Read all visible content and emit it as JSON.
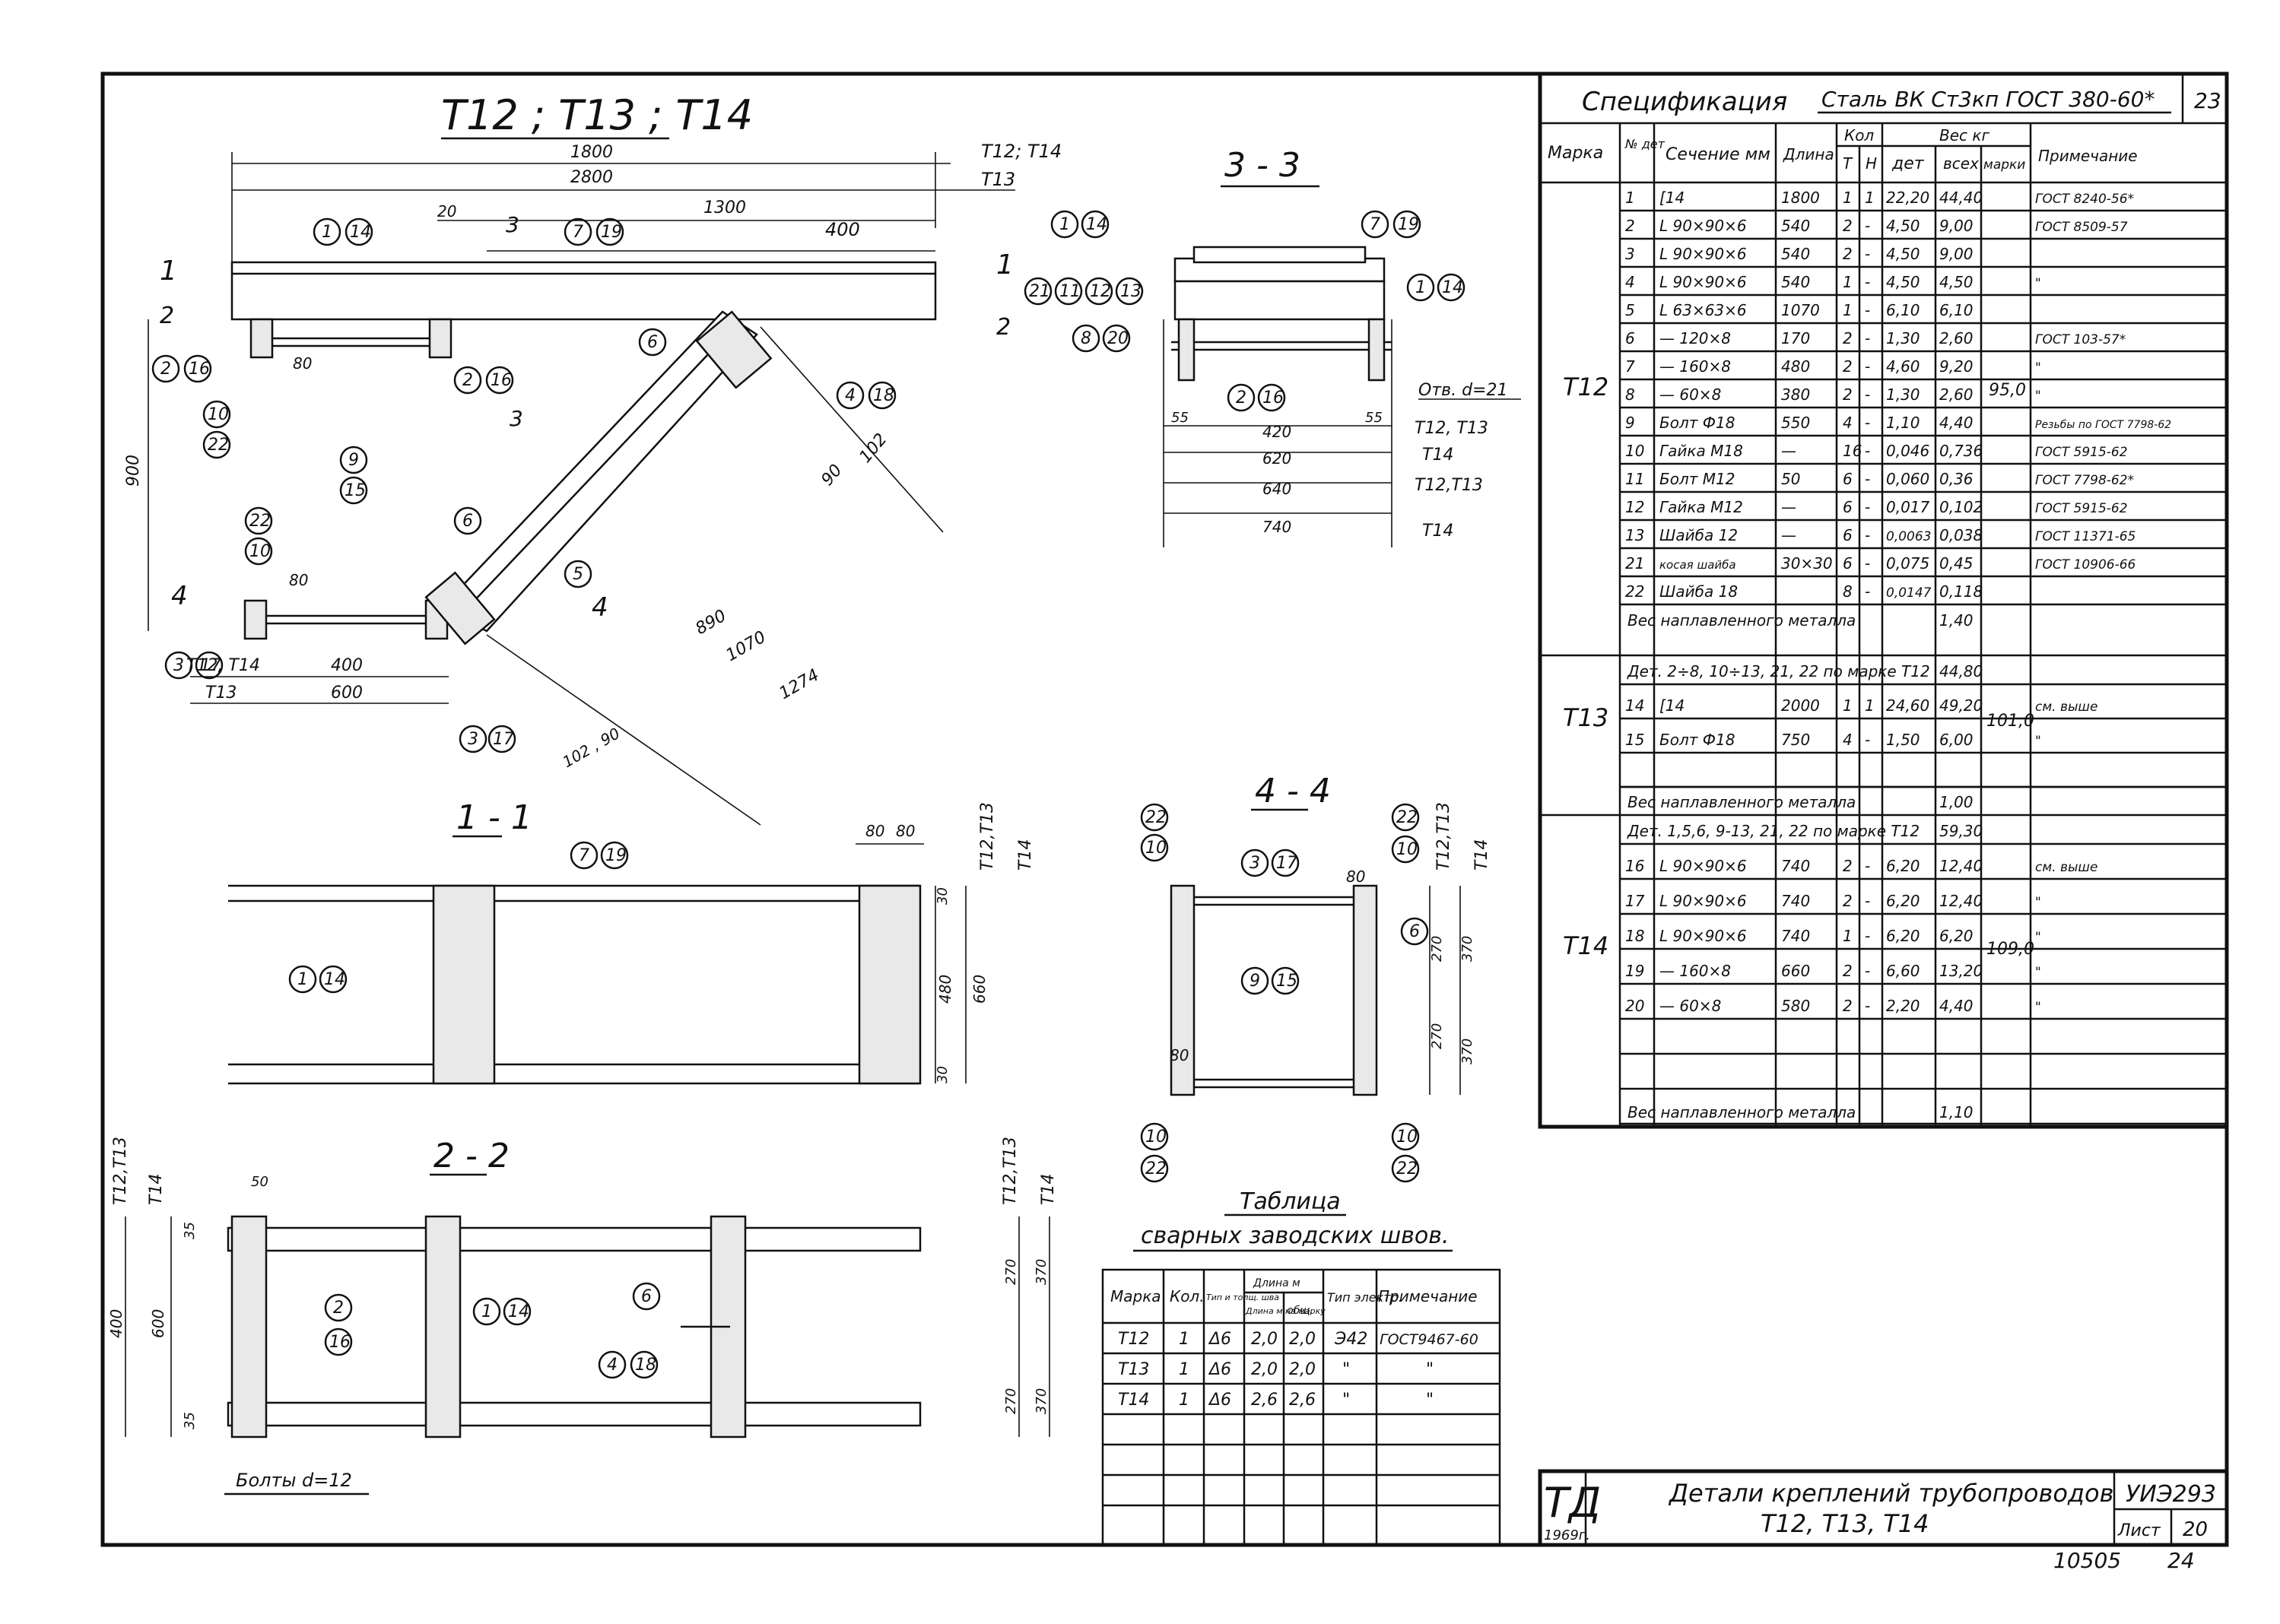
{
  "drawing": {
    "main_title": "T12 ; T13 ; T14",
    "dims_top": {
      "d1800": "1800",
      "d2800": "2800",
      "d1300": "1300",
      "d400": "400",
      "d20": "20",
      "lbl_t12_t14": "T12; T14",
      "lbl_t13": "T13"
    },
    "dims_left": {
      "d900": "900",
      "d80a": "80",
      "d80b": "80",
      "d400": "400",
      "d600": "600",
      "lbl_t12_t14": "T12, T14",
      "lbl_t13": "T13"
    },
    "dims_diag": {
      "d90": "90",
      "d102": "102",
      "d890": "890",
      "d1070": "1070",
      "d1274": "1274",
      "d90x102": "102 , 90"
    },
    "cuts": {
      "c1": "1",
      "c2": "2",
      "c3": "3",
      "c4": "4"
    },
    "section_33": {
      "title": "3 - 3",
      "hole": "Отв. d=21",
      "d420": "420",
      "d620": "620",
      "d640": "640",
      "d740": "740",
      "d55": "55",
      "r1": "T12, T13",
      "r2": "T14",
      "r3": "T12,T13",
      "r4": "T14"
    },
    "section_11": {
      "title": "1 - 1",
      "d80a": "80",
      "d80b": "80",
      "d30a": "30",
      "d30b": "30",
      "d480": "480",
      "d660": "660",
      "lbl_a": "T12,T13",
      "lbl_b": "T14"
    },
    "section_44": {
      "title": "4 - 4",
      "d80a": "80",
      "d80b": "80",
      "d270a": "270",
      "d270b": "270",
      "d370a": "370",
      "d370b": "370",
      "lbl_a": "T12,T13",
      "lbl_b": "T14"
    },
    "section_22": {
      "title": "2 - 2",
      "d50": "50",
      "d35a": "35",
      "d35b": "35",
      "d400": "400",
      "d600": "600",
      "d270a": "270",
      "d270b": "270",
      "d370a": "370",
      "d370b": "370",
      "lbl_a": "T12,T13",
      "lbl_b": "T14",
      "lbl_c": "T12,T13",
      "lbl_d": "T14",
      "bolts": "Болты d=12"
    },
    "callouts": [
      "1",
      "14",
      "7",
      "19",
      "2",
      "16",
      "10",
      "22",
      "9",
      "15",
      "3",
      "17",
      "6",
      "4",
      "18",
      "5",
      "21",
      "11",
      "12",
      "13",
      "8",
      "20"
    ]
  },
  "weld_table": {
    "title1": "Таблица",
    "title2": "сварных заводских швов.",
    "headers": [
      "Марка",
      "Кол.",
      "Тип и толщ. шва",
      "Длина м на марку",
      "общ.",
      "Тип электр.",
      "Примечание"
    ],
    "h_len": "Длина м",
    "rows": [
      [
        "T12",
        "1",
        "Δ6",
        "2,0",
        "2,0",
        "Э42",
        "ГОСТ9467-60"
      ],
      [
        "T13",
        "1",
        "Δ6",
        "2,0",
        "2,0",
        "\"",
        "\""
      ],
      [
        "T14",
        "1",
        "Δ6",
        "2,6",
        "2,6",
        "\"",
        "\""
      ]
    ]
  },
  "spec": {
    "title": "Спецификация",
    "material": "Сталь ВК Ст3кп ГОСТ 380-60*",
    "sheet_no": "23",
    "headers": {
      "marka": "Марка",
      "num": "№ дет",
      "section": "Сечение мм",
      "length": "Длина",
      "qty": "Кол",
      "t": "Т",
      "n": "Н",
      "weight": "Вес кг",
      "det": "дет",
      "all": "всех",
      "mark_w": "марки",
      "note": "Примечание"
    },
    "t12": {
      "mark": "T12",
      "mark_weight": "95,0",
      "rows": [
        [
          "1",
          "[14",
          "1800",
          "1",
          "1",
          "22,20",
          "44,40",
          "ГОСТ 8240-56*"
        ],
        [
          "2",
          "L 90×90×6",
          "540",
          "2",
          "-",
          "4,50",
          "9,00",
          "ГОСТ 8509-57"
        ],
        [
          "3",
          "L 90×90×6",
          "540",
          "2",
          "-",
          "4,50",
          "9,00",
          ""
        ],
        [
          "4",
          "L 90×90×6",
          "540",
          "1",
          "-",
          "4,50",
          "4,50",
          "\""
        ],
        [
          "5",
          "L 63×63×6",
          "1070",
          "1",
          "-",
          "6,10",
          "6,10",
          ""
        ],
        [
          "6",
          "— 120×8",
          "170",
          "2",
          "-",
          "1,30",
          "2,60",
          "ГОСТ 103-57*"
        ],
        [
          "7",
          "— 160×8",
          "480",
          "2",
          "-",
          "4,60",
          "9,20",
          "\""
        ],
        [
          "8",
          "— 60×8",
          "380",
          "2",
          "-",
          "1,30",
          "2,60",
          "\""
        ],
        [
          "9",
          "Болт Ф18",
          "550",
          "4",
          "-",
          "1,10",
          "4,40",
          "Резьбы по ГОСТ 7798-62"
        ],
        [
          "10",
          "Гайка М18",
          "—",
          "16",
          "-",
          "0,046",
          "0,736",
          "ГОСТ 5915-62"
        ],
        [
          "11",
          "Болт М12",
          "50",
          "6",
          "-",
          "0,060",
          "0,36",
          "ГОСТ 7798-62*"
        ],
        [
          "12",
          "Гайка М12",
          "—",
          "6",
          "-",
          "0,017",
          "0,102",
          "ГОСТ 5915-62"
        ],
        [
          "13",
          "Шайба 12",
          "—",
          "6",
          "-",
          "0,0063",
          "0,038",
          "ГОСТ 11371-65"
        ],
        [
          "21",
          "косая шайба",
          "30×30",
          "6",
          "-",
          "0,075",
          "0,45",
          "ГОСТ 10906-66"
        ],
        [
          "22",
          "Шайба 18",
          "",
          "8",
          "-",
          "0,0147",
          "0,118",
          ""
        ]
      ],
      "weld": "Вес наплавленного металла",
      "weld_val": "1,40"
    },
    "t13": {
      "mark": "T13",
      "mark_weight": "101,0",
      "ref": "Дет. 2÷8, 10÷13, 21, 22 по марке T12",
      "ref_val": "44,80",
      "rows": [
        [
          "14",
          "[14",
          "2000",
          "1",
          "1",
          "24,60",
          "49,20",
          "см. выше"
        ],
        [
          "15",
          "Болт Ф18",
          "750",
          "4",
          "-",
          "1,50",
          "6,00",
          "\""
        ]
      ],
      "weld": "Вес наплавленного металла",
      "weld_val": "1,00"
    },
    "t14": {
      "mark": "T14",
      "mark_weight": "109,0",
      "ref": "Дет. 1,5,6, 9-13, 21, 22 по марке T12",
      "ref_val": "59,30",
      "rows": [
        [
          "16",
          "L 90×90×6",
          "740",
          "2",
          "-",
          "6,20",
          "12,40",
          "см. выше"
        ],
        [
          "17",
          "L 90×90×6",
          "740",
          "2",
          "-",
          "6,20",
          "12,40",
          "\""
        ],
        [
          "18",
          "L 90×90×6",
          "740",
          "1",
          "-",
          "6,20",
          "6,20",
          "\""
        ],
        [
          "19",
          "— 160×8",
          "660",
          "2",
          "-",
          "6,60",
          "13,20",
          "\""
        ],
        [
          "20",
          "— 60×8",
          "580",
          "2",
          "-",
          "2,20",
          "4,40",
          "\""
        ]
      ],
      "weld": "Вес наплавленного металла",
      "weld_val": "1,10"
    }
  },
  "stamp": {
    "logo": "ТД",
    "year": "1969г.",
    "title1": "Детали креплений трубопроводов",
    "title2": "T12, T13, T14",
    "code": "УИЭ293",
    "sheet_label": "Лист",
    "sheet_no": "20",
    "footer_left": "10505",
    "footer_right": "24"
  }
}
